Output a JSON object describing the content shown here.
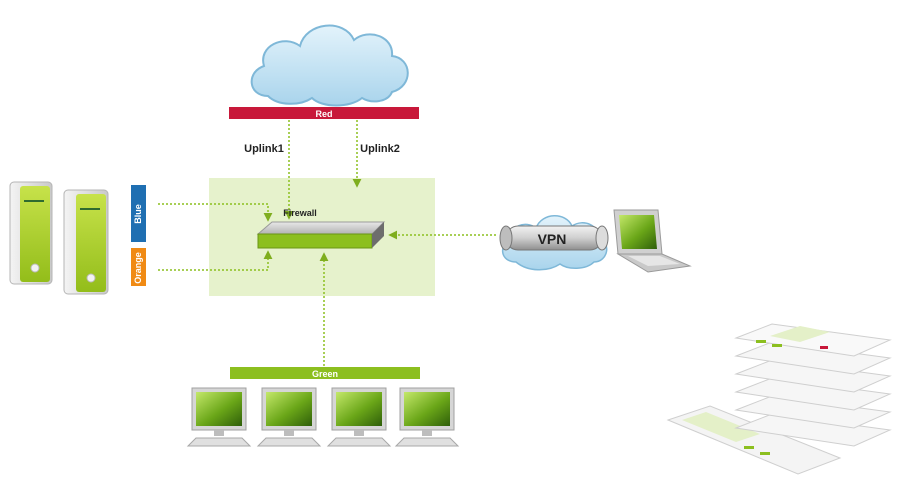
{
  "zones": {
    "red": {
      "label": "Red",
      "color": "#c8183a"
    },
    "green": {
      "label": "Green",
      "color": "#8cbf1f"
    },
    "blue": {
      "label": "Blue",
      "color": "#1f6fb2"
    },
    "orange": {
      "label": "Orange",
      "color": "#f08a14"
    }
  },
  "links": {
    "uplink1": "Uplink1",
    "uplink2": "Uplink2"
  },
  "firewall": {
    "label": "Firewall"
  },
  "vpn": {
    "label": "VPN"
  },
  "colors": {
    "firewall_zone": "#e6f2cc",
    "connector": "#8cbf1f",
    "device_green": "#a8cf2a",
    "cloud": "#bfe0f2"
  }
}
